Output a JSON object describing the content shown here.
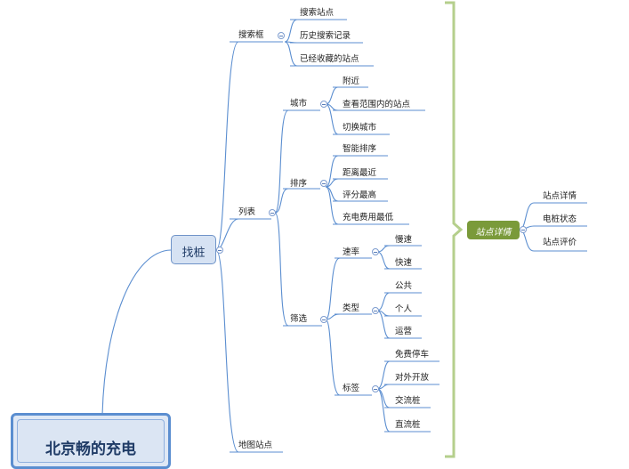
{
  "root": {
    "label": "北京畅的充电"
  },
  "main": {
    "label": "找桩"
  },
  "branches": {
    "search": {
      "label": "搜索框",
      "items": [
        "搜索站点",
        "历史搜索记录",
        "已经收藏的站点"
      ]
    },
    "list": {
      "label": "列表",
      "city": {
        "label": "城市",
        "items": [
          "附近",
          "查看范围内的站点",
          "切换城市"
        ]
      },
      "sort": {
        "label": "排序",
        "items": [
          "智能排序",
          "距离最近",
          "评分最高",
          "充电费用最低"
        ]
      },
      "filter": {
        "label": "筛选",
        "rate": {
          "label": "速率",
          "items": [
            "慢速",
            "快速"
          ]
        },
        "type": {
          "label": "类型",
          "items": [
            "公共",
            "个人",
            "运营"
          ]
        },
        "tags": {
          "label": "标签",
          "items": [
            "免费停车",
            "对外开放",
            "交流桩",
            "直流桩"
          ]
        }
      }
    },
    "map": {
      "label": "地图站点"
    }
  },
  "detail": {
    "label": "站点详情",
    "items": [
      "站点详情",
      "电桩状态",
      "站点评价"
    ]
  },
  "colors": {
    "line": "#5b8ed0",
    "underline": "#5b8ed0",
    "bracket": "#b5cf8c",
    "tag": "#7a9a3a"
  }
}
